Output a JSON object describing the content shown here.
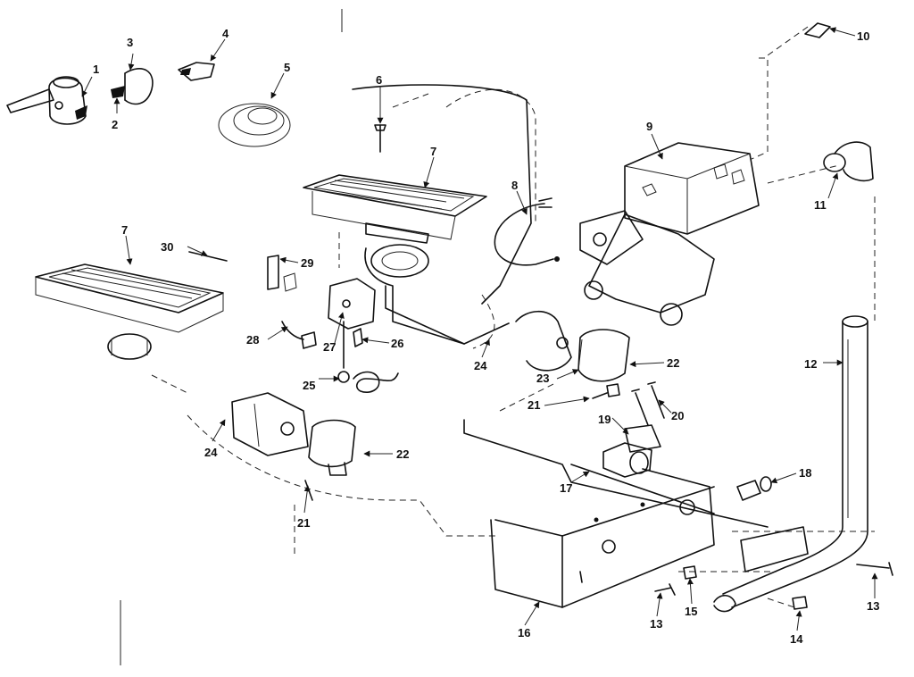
{
  "callouts": [
    "1",
    "2",
    "3",
    "4",
    "5",
    "6",
    "7",
    "7",
    "8",
    "9",
    "10",
    "11",
    "12",
    "13",
    "13",
    "14",
    "15",
    "16",
    "17",
    "18",
    "19",
    "20",
    "21",
    "21",
    "22",
    "22",
    "23",
    "24",
    "24",
    "25",
    "26",
    "27",
    "28",
    "29",
    "30"
  ]
}
